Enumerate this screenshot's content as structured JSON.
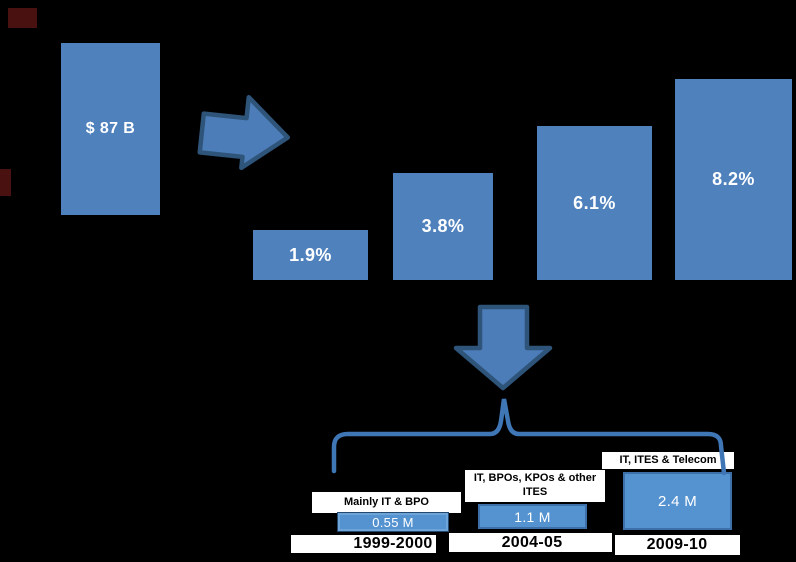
{
  "slide": {
    "revenue_bar": {
      "label": "$ 87 B"
    },
    "percent_bars": [
      {
        "label": "1.9%"
      },
      {
        "label": "3.8%"
      },
      {
        "label": "6.1%"
      },
      {
        "label": "8.2%"
      }
    ],
    "employment": {
      "groups": [
        {
          "category_label": "Mainly IT & BPO",
          "value_label": "0.55 M",
          "year": "1999-2000"
        },
        {
          "category_label": "IT, BPOs, KPOs & other ITES",
          "value_label": "1.1 M",
          "year": "2004-05"
        },
        {
          "category_label": "IT, ITES & Telecom",
          "value_label": "2.4 M",
          "year": "2009-10"
        }
      ]
    }
  },
  "colors": {
    "background": "#000000",
    "bar_blue": "#4f81bd",
    "mini_bar_blue": "#5593d0",
    "mini_bar_border": "#3d6fa8",
    "arrow_fill": "#4c7db8",
    "arrow_stroke": "#2f547a",
    "brace": "#3f76b6",
    "label_bg": "#ffffff",
    "bar_text": "#ffffff",
    "label_text": "#000000",
    "marker_red": "#4a1111"
  },
  "chart_data": [
    {
      "type": "bar",
      "title": "",
      "categories": [
        "",
        "",
        "",
        ""
      ],
      "values": [
        1.9,
        3.8,
        6.1,
        8.2
      ],
      "unit": "%",
      "data_labels": [
        "1.9%",
        "3.8%",
        "6.1%",
        "8.2%"
      ],
      "annotation": "$ 87 B",
      "layout": {
        "background": "black",
        "grid": false,
        "axes_visible": false,
        "bars_bottom_aligned": true
      }
    },
    {
      "type": "bar",
      "title": "",
      "categories": [
        "1999-2000",
        "2004-05",
        "2009-10"
      ],
      "values": [
        0.55,
        1.1,
        2.4
      ],
      "unit": "M",
      "data_labels": [
        "0.55 M",
        "1.1 M",
        "2.4 M"
      ],
      "category_annotations": [
        "Mainly IT & BPO",
        "IT, BPOs, KPOs & other ITES",
        "IT, ITES & Telecom"
      ],
      "layout": {
        "background": "black",
        "grid": false,
        "axes_visible": false,
        "brace_above": true
      }
    }
  ]
}
